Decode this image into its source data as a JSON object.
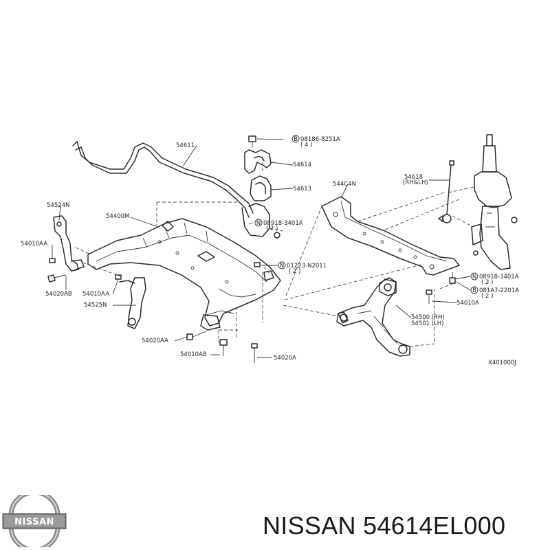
{
  "diagram_code": "X401000J",
  "footer": {
    "part_title": "NISSAN 54614EL000",
    "logo_text": "NISSAN"
  },
  "labels": {
    "l54611": "54611",
    "l08186": "08186-8251A",
    "l08186q": "( 4 )",
    "l54614": "54614",
    "l54613": "54613",
    "l544c4n": "544C4N",
    "l54618": "54618",
    "l54618rh": "(RH&LH)",
    "l54524n": "54524N",
    "l54400m": "54400M",
    "l08918a": "08918-3401A",
    "l08918aq": "( 2 )",
    "l54010aa_l": "54010AA",
    "l01223": "01223-N2011",
    "l01223q": "( 2 )",
    "l54020ab": "54020AB",
    "l54010aa_m": "54010AA",
    "l08918b": "08918-3401A",
    "l08918bq": "( 2 )",
    "l081a7": "081A7-2201A",
    "l081a7q": "( 2 )",
    "l54525n": "54525N",
    "l54010a": "54010A",
    "l54500": "54500 (RH)",
    "l54501": "54501 (LH)",
    "l54020aa": "54020AA",
    "l54010ab": "54010AB",
    "l54020a": "54020A"
  },
  "callout_symbols": {
    "n": "N",
    "b": "B"
  }
}
